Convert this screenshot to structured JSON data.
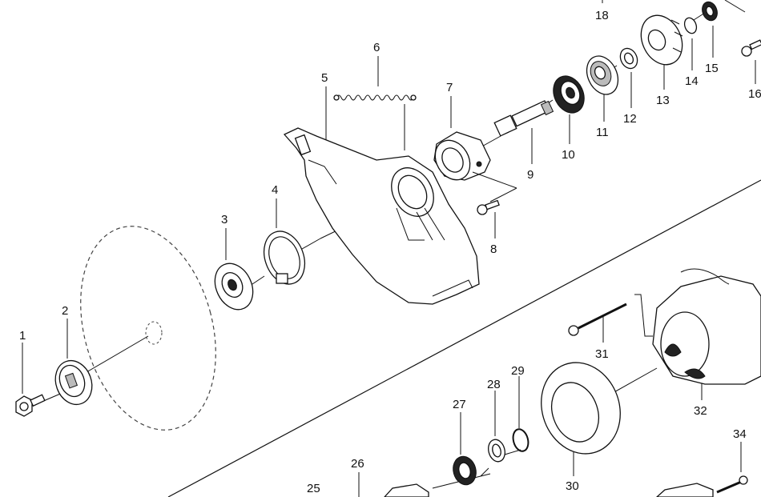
{
  "diagram": {
    "callouts": [
      {
        "id": "c1",
        "text": "1"
      },
      {
        "id": "c2",
        "text": "2"
      },
      {
        "id": "c3",
        "text": "3"
      },
      {
        "id": "c4",
        "text": "4"
      },
      {
        "id": "c5",
        "text": "5"
      },
      {
        "id": "c6",
        "text": "6"
      },
      {
        "id": "c7",
        "text": "7"
      },
      {
        "id": "c8",
        "text": "8"
      },
      {
        "id": "c9",
        "text": "9"
      },
      {
        "id": "c10",
        "text": "10"
      },
      {
        "id": "c11",
        "text": "11"
      },
      {
        "id": "c12",
        "text": "12"
      },
      {
        "id": "c13",
        "text": "13"
      },
      {
        "id": "c14",
        "text": "14"
      },
      {
        "id": "c15",
        "text": "15"
      },
      {
        "id": "c16",
        "text": "16"
      },
      {
        "id": "c18",
        "text": "18"
      },
      {
        "id": "c25",
        "text": "25"
      },
      {
        "id": "c26",
        "text": "26"
      },
      {
        "id": "c27",
        "text": "27"
      },
      {
        "id": "c28",
        "text": "28"
      },
      {
        "id": "c29",
        "text": "29"
      },
      {
        "id": "c30",
        "text": "30"
      },
      {
        "id": "c31",
        "text": "31"
      },
      {
        "id": "c32",
        "text": "32"
      },
      {
        "id": "c34",
        "text": "34"
      }
    ]
  }
}
